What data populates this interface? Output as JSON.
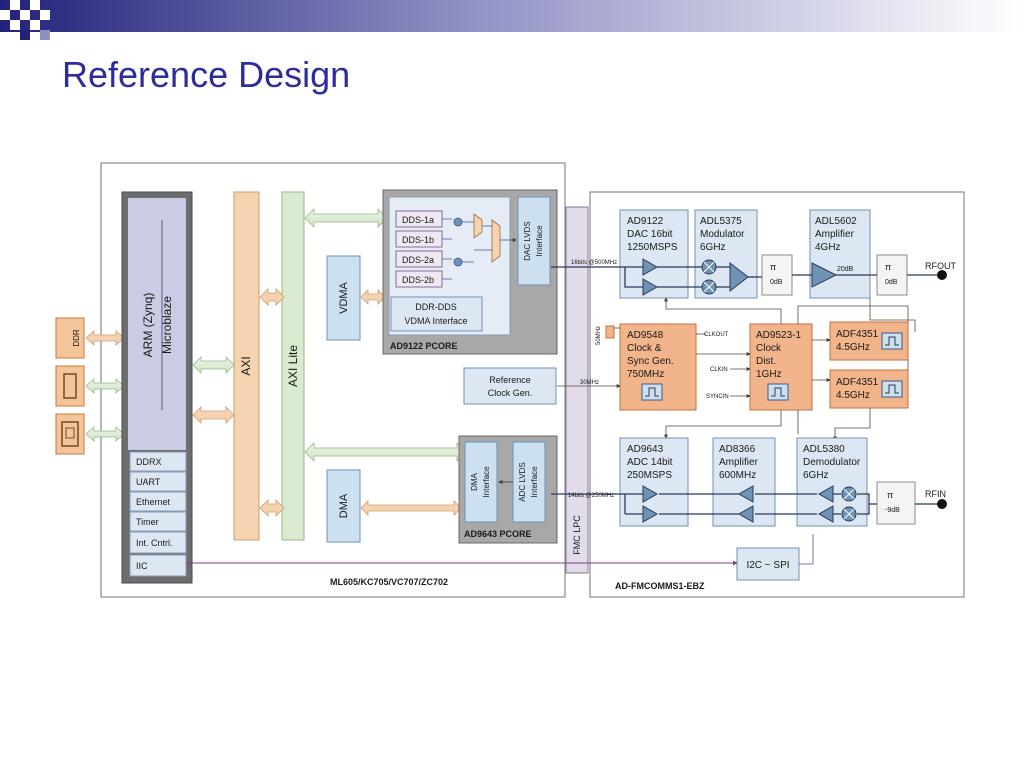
{
  "slide": {
    "title": "Reference Design"
  },
  "carrier": {
    "board_label": "ML605/KC705/VC707/ZC702",
    "arm": {
      "line1": "ARM (Zynq)",
      "line2": "Microblaze"
    },
    "peripherals": [
      "DDRX",
      "UART",
      "Ethernet",
      "Timer",
      "Int. Cntrl.",
      "IIC"
    ],
    "axi": "AXI",
    "axi_lite": "AXI Lite",
    "vdma": "VDMA",
    "dma": "DMA",
    "external": {
      "ddr": "DDR"
    },
    "dac_core": {
      "label": "AD9122 PCORE",
      "dds": [
        "DDS-1a",
        "DDS-1b",
        "DDS-2a",
        "DDS-2b"
      ],
      "ddr_dds": {
        "line1": "DDR-DDS",
        "line2": "VDMA Interface"
      },
      "lvds": {
        "line1": "DAC LVDS",
        "line2": "Interface"
      }
    },
    "adc_core": {
      "label": "AD9643 PCORE",
      "dma_if": {
        "line1": "DMA",
        "line2": "Interface"
      },
      "lvds": {
        "line1": "ADC LVDS",
        "line2": "Interface"
      }
    }
  },
  "fmc": {
    "label": "FMC LPC"
  },
  "fmc_board": {
    "label": "AD-FMCOMMS1-EBZ",
    "dac": {
      "line1": "AD9122",
      "line2": "DAC 16bit",
      "line3": "1250MSPS"
    },
    "modulator": {
      "line1": "ADL5375",
      "line2": "Modulator",
      "line3": "6GHz"
    },
    "amp_tx": {
      "line1": "ADL5602",
      "line2": "Amplifier",
      "line3": "4GHz"
    },
    "clk_sync": {
      "line1": "AD9548",
      "line2": "Clock &",
      "line3": "Sync Gen.",
      "line4": "750MHz"
    },
    "clk_dist": {
      "line1": "AD9523-1",
      "line2": "Clock",
      "line3": "Dist.",
      "line4": "1GHz"
    },
    "pll1": {
      "line1": "ADF4351",
      "line2": "4.5GHz"
    },
    "pll2": {
      "line1": "ADF4351",
      "line2": "4.5GHz"
    },
    "adc": {
      "line1": "AD9643",
      "line2": "ADC 14bit",
      "line3": "250MSPS"
    },
    "amp_rx": {
      "line1": "AD8366",
      "line2": "Amplifier",
      "line3": "600MHz"
    },
    "demod": {
      "line1": "ADL5380",
      "line2": "Demodulator",
      "line3": "6GHz"
    },
    "i2c": "I2C ~ SPI",
    "ref_clk": {
      "line1": "Reference",
      "line2": "Clock Gen."
    },
    "rfout": "RFOUT",
    "rfin": "RFIN",
    "pad1": {
      "pi": "π",
      "val": "0dB"
    },
    "pad2": {
      "pi": "π",
      "val": "0dB"
    },
    "pad3": {
      "pi": "π",
      "val": "-9dB"
    },
    "gain_20db": "20dB",
    "bus_dac": "16bits @500MHz",
    "bus_adc": "14bits @250MHz",
    "clk_30mhz": "30MHz",
    "clk_50mhz": "50MHz",
    "clkout": "CLKOUT",
    "clkin": "CLKIN",
    "syncin": "SYNCIN"
  }
}
